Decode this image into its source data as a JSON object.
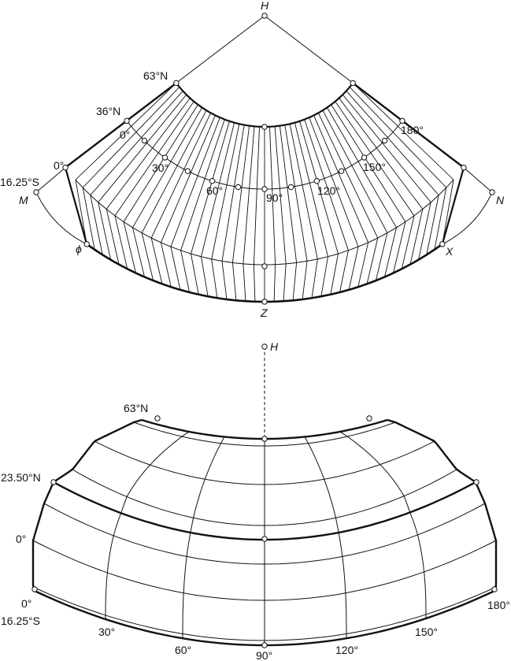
{
  "top_figure": {
    "labels": {
      "apex": "H",
      "lat_top": "63°N",
      "lat_mid": "36°N",
      "lon_start_inner": "0°",
      "lon_end": "180°",
      "lon_start_outer": "0°",
      "lat_bottom": "16.25°S",
      "point_m": "M",
      "point_n": "N",
      "point_phi": "ϕ",
      "point_x": "X",
      "point_z": "Z",
      "lon_30": "30°",
      "lon_60": "60°",
      "lon_90": "90°",
      "lon_120": "120°",
      "lon_150": "150°"
    }
  },
  "bottom_figure": {
    "labels": {
      "apex": "H",
      "lat_top": "63°N",
      "lat_tropic": "23.50°N",
      "lat_equator": "0°",
      "lon_start": "0°",
      "lat_bottom": "16.25°S",
      "lon_30": "30°",
      "lon_60": "60°",
      "lon_90": "90°",
      "lon_120": "120°",
      "lon_150": "150°",
      "lon_180": "180°"
    }
  },
  "colors": {
    "line": "#111111",
    "background": "#ffffff"
  }
}
